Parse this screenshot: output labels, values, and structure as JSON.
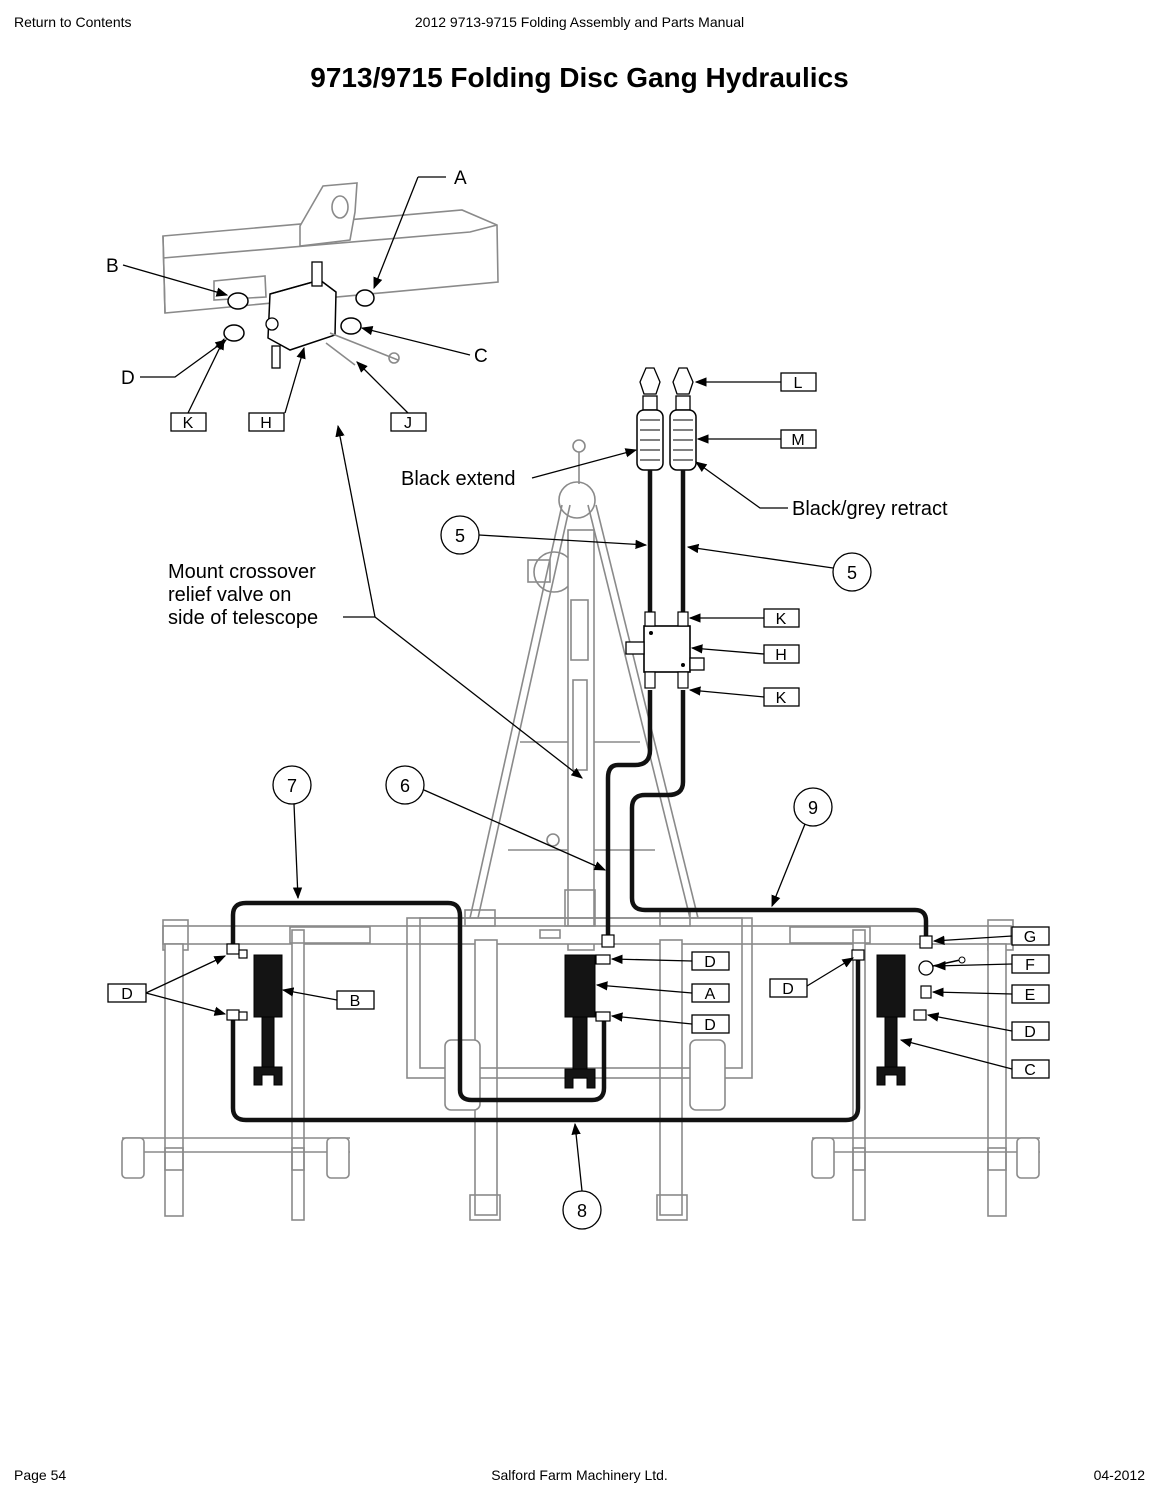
{
  "header": {
    "return_link": "Return to Contents",
    "manual_title": "2012 9713-9715 Folding Assembly and Parts Manual"
  },
  "title": "9713/9715 Folding Disc Gang Hydraulics",
  "footer": {
    "page": "Page 54",
    "company": "Salford Farm Machinery Ltd.",
    "date": "04-2012"
  },
  "callouts": {
    "A": "A",
    "B": "B",
    "C": "C",
    "D": "D",
    "E": "E",
    "F": "F",
    "G": "G",
    "H": "H",
    "J": "J",
    "K": "K",
    "L": "L",
    "M": "M"
  },
  "balloons": {
    "n5": "5",
    "n6": "6",
    "n7": "7",
    "n8": "8",
    "n9": "9"
  },
  "notes": {
    "black_extend": "Black extend",
    "black_grey_retract": "Black/grey retract",
    "mount_line1": "Mount crossover",
    "mount_line2": "relief valve on",
    "mount_line3": "side of telescope"
  }
}
